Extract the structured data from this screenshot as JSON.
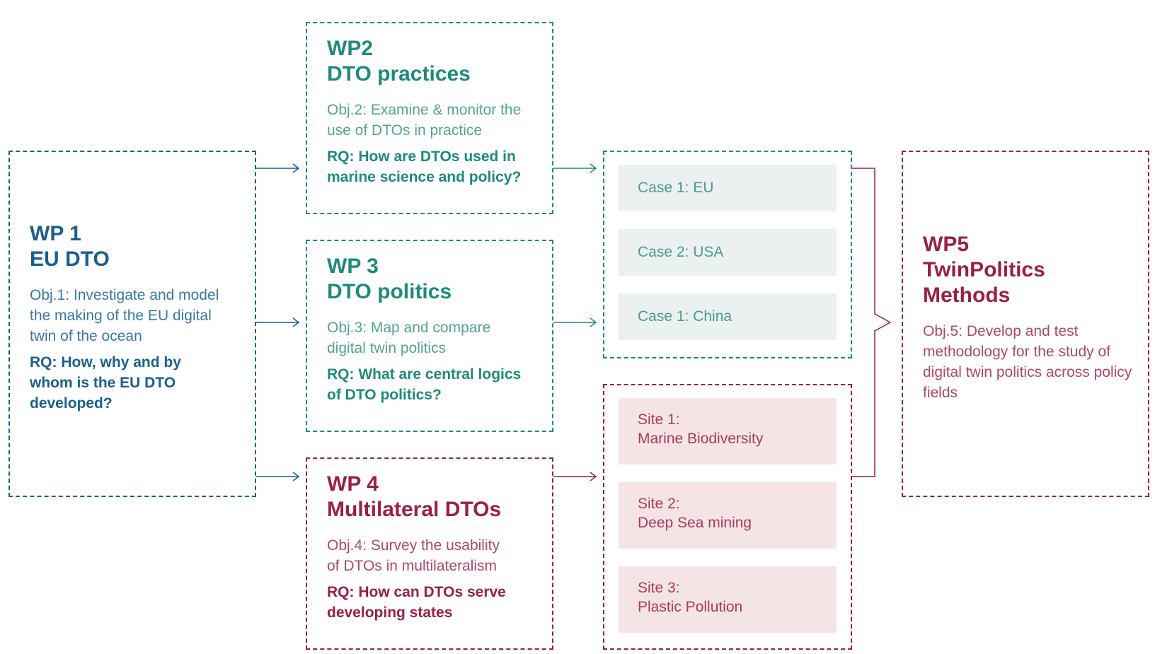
{
  "wp1": {
    "title_line1": "WP 1",
    "title_line2": "EU DTO",
    "objective": "Obj.1: Investigate and model the making of the EU digital twin of the ocean",
    "rq": "RQ: How, why and by whom is the EU DTO developed?"
  },
  "wp2": {
    "title_line1": "WP2",
    "title_line2": "DTO practices",
    "objective": "Obj.2: Examine & monitor the use of DTOs in practice",
    "rq": "RQ: How are DTOs used in marine science and policy?"
  },
  "wp3": {
    "title_line1": "WP 3",
    "title_line2": "DTO politics",
    "objective": "Obj.3: Map and compare digital twin politics",
    "rq": "RQ: What are central logics of DTO politics?"
  },
  "wp4": {
    "title_line1": "WP 4",
    "title_line2": "Multilateral DTOs",
    "objective": "Obj.4: Survey the usability of DTOs in multilateralism",
    "rq": "RQ: How can DTOs serve developing states"
  },
  "wp5": {
    "title_line1": "WP5",
    "title_line2": "TwinPolitics",
    "title_line3": "Methods",
    "objective": "Obj.5: Develop and test methodology for the study of digital twin politics across policy fields"
  },
  "cases": [
    {
      "label": "Case 1: EU"
    },
    {
      "label": "Case 2: USA"
    },
    {
      "label": "Case 1: China"
    }
  ],
  "sites": [
    {
      "line1": "Site 1:",
      "line2": "Marine Biodiversity"
    },
    {
      "line1": "Site 2:",
      "line2": "Deep Sea mining"
    },
    {
      "line1": "Site 3:",
      "line2": "Plastic Pollution"
    }
  ],
  "colors": {
    "blue": "#1b5f8e",
    "teal": "#1f8a7c",
    "red": "#9c1f45",
    "case_fill": "#eaf1f0",
    "site_fill": "#f5e4e6"
  }
}
